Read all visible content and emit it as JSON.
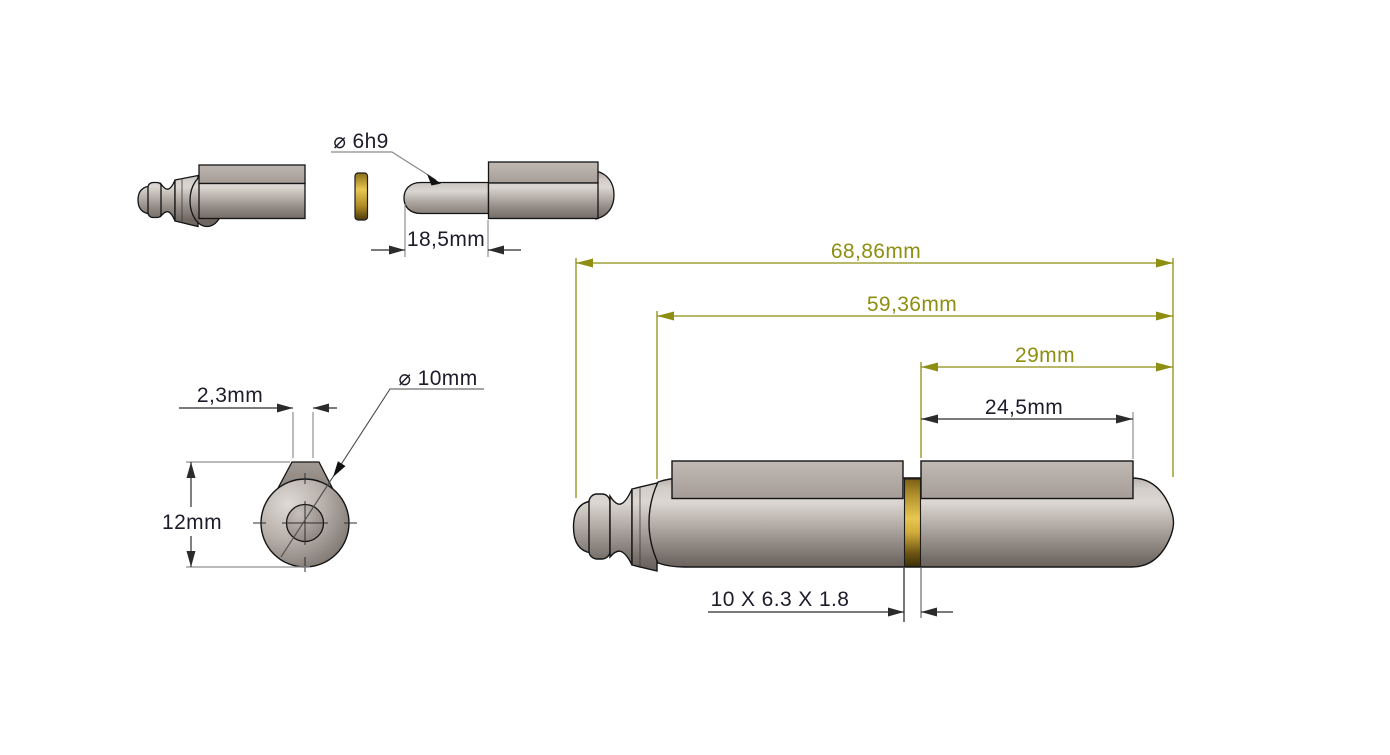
{
  "drawing": {
    "kind": "cad-technical-drawing",
    "part": "greasable hinge pin with brass washer",
    "colors": {
      "accent_dimension": "#8e8e12",
      "dark_dimension": "#2b2b2b",
      "extension_gray": "#909090",
      "brass": "#e8c750",
      "metal_light": "#dcd7d3",
      "metal_dark": "#6a625c"
    },
    "dimensions": {
      "pin_diameter": "⌀ 6h9",
      "pin_length": "18,5mm",
      "tab_width": "2,3mm",
      "body_diameter": "⌀ 10mm",
      "overall_height": "12mm",
      "overall_length": "68,86mm",
      "body_length": "59,36mm",
      "right_segment_length": "29mm",
      "right_flange_length": "24,5mm",
      "washer_spec": "10 X 6.3 X 1.8"
    }
  }
}
